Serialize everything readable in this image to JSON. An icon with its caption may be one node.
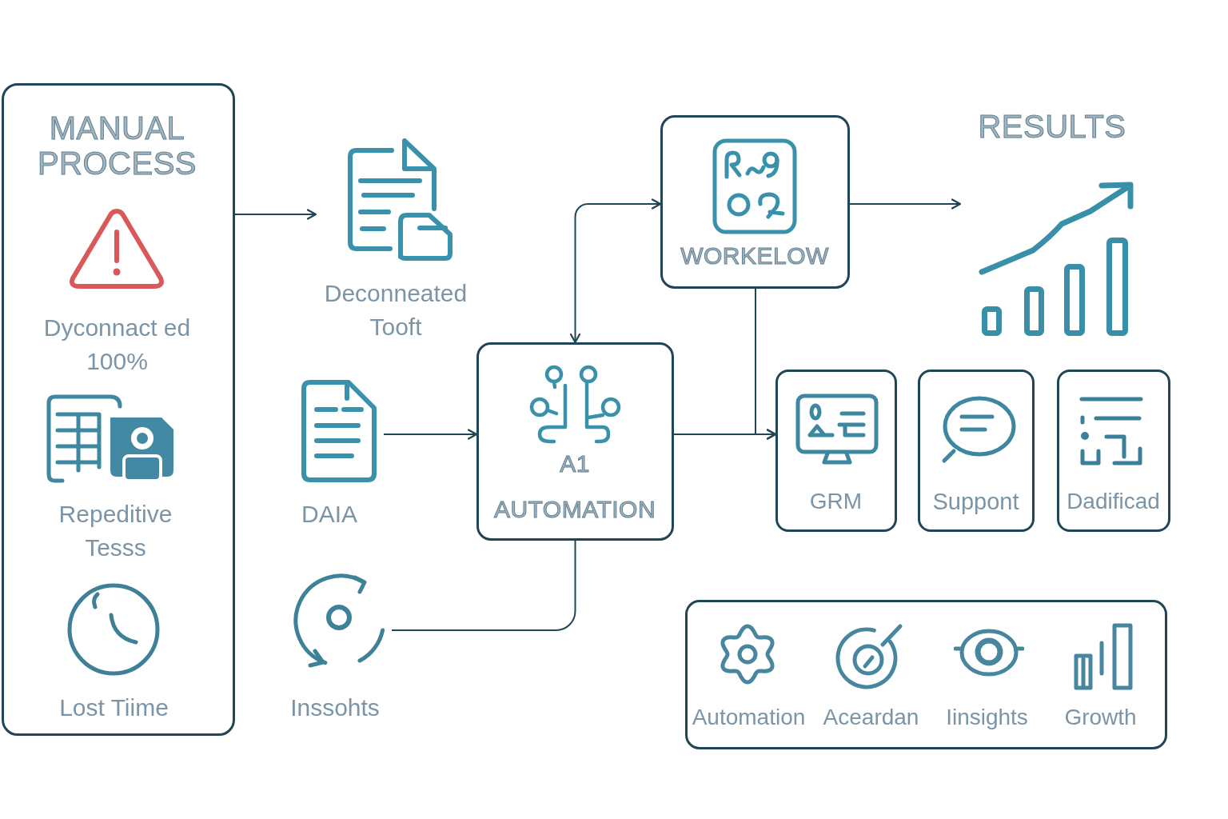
{
  "diagram": {
    "nodes": [
      {
        "text": [
          "MANUAL PROCESS",
          "Dyconnact ed 100%",
          "Repeditive Tesss",
          "Lost Tiime"
        ]
      },
      {
        "text": [
          "Deconneated Tooft"
        ]
      },
      {
        "text": [
          "DAIA"
        ]
      },
      {
        "text": [
          "Inssohts"
        ]
      },
      {
        "text": [
          "A1",
          "AUTOMATION"
        ]
      },
      {
        "text": [
          "WORKELOW"
        ]
      },
      {
        "text": [
          "RESULTS"
        ]
      },
      {
        "text": [
          "GRM"
        ]
      },
      {
        "text": [
          "Suppont"
        ]
      },
      {
        "text": [
          "Dadificad"
        ]
      },
      {
        "text": [
          "Automation",
          "Aceardan",
          "Iinsights",
          "Growth"
        ]
      }
    ],
    "edges": [
      {
        "from": 0,
        "to": 1,
        "arrow": "to"
      },
      {
        "from": 2,
        "to": 4,
        "arrow": "to"
      },
      {
        "from": 3,
        "to": 4,
        "arrow": "none"
      },
      {
        "from": 4,
        "to": 5,
        "arrow": "both"
      },
      {
        "from": 5,
        "to": 6,
        "arrow": "to"
      },
      {
        "from": 4,
        "to": 7,
        "arrow": "to"
      },
      {
        "from": 5,
        "to": 7,
        "arrow": "to"
      }
    ]
  }
}
